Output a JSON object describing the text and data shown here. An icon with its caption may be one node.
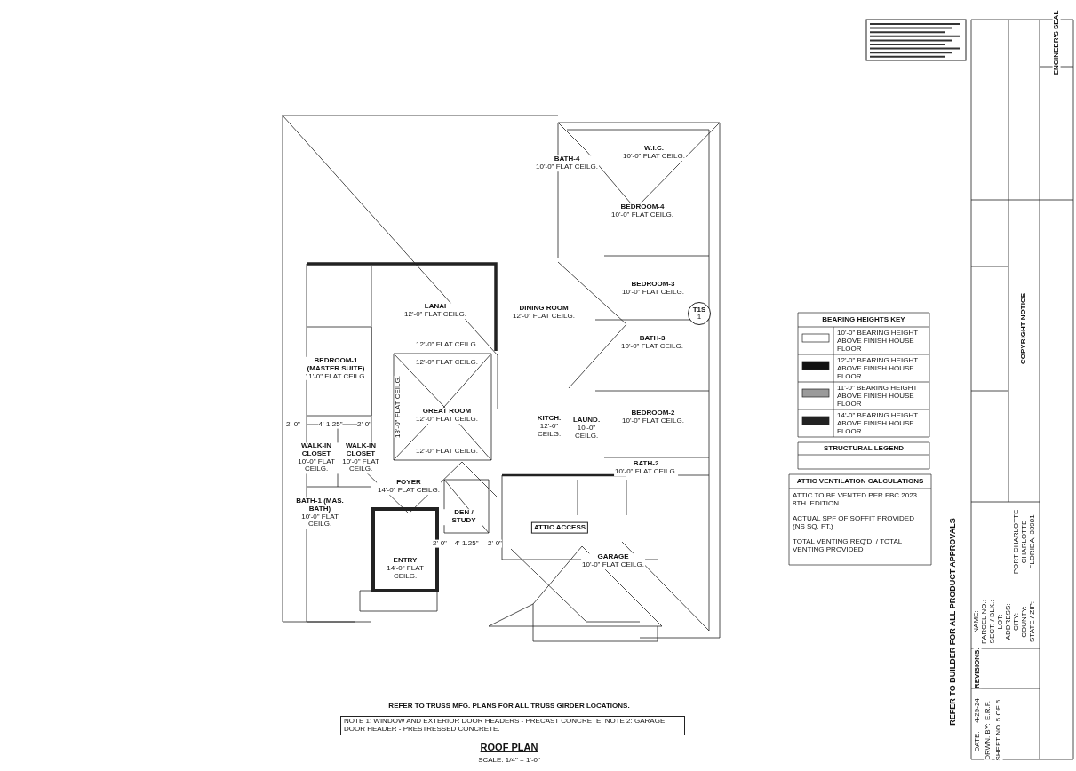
{
  "diagram": {
    "title": "ROOF PLAN",
    "nodes": [
      {
        "text": [
          "LANAI",
          "12'-0\" FLAT CEILG."
        ]
      },
      {
        "text": [
          "DINING ROOM",
          "12'-0\" FLAT CEILG."
        ]
      },
      {
        "text": [
          "BEDROOM-1 (MASTER SUITE)",
          "11'-0\" FLAT CEILG."
        ]
      },
      {
        "text": [
          "GREAT ROOM",
          "12'-0\" FLAT CEILG."
        ]
      },
      {
        "text": [
          "KITCH.",
          "12'-0\" CEILG."
        ]
      },
      {
        "text": [
          "LAUND.",
          "10'-0\" CEILG."
        ]
      },
      {
        "text": [
          "BATH-4",
          "10'-0\" FLAT CEILG."
        ]
      },
      {
        "text": [
          "W.I.C.",
          "10'-0\" FLAT CEILG."
        ]
      },
      {
        "text": [
          "BEDROOM-4",
          "10'-0\" FLAT CEILG."
        ]
      },
      {
        "text": [
          "BEDROOM-3",
          "10'-0\" FLAT CEILG."
        ]
      },
      {
        "text": [
          "BATH-3",
          "10'-0\" FLAT CEILG."
        ]
      },
      {
        "text": [
          "BEDROOM-2",
          "10'-0\" FLAT CEILG."
        ]
      },
      {
        "text": [
          "BATH-2",
          "10'-0\" FLAT CEILG."
        ]
      },
      {
        "text": [
          "WALK-IN CLOSET",
          "10'-0\" FLAT CEILG."
        ]
      },
      {
        "text": [
          "WALK-IN CLOSET",
          "10'-0\" FLAT CEILG."
        ]
      },
      {
        "text": [
          "BATH-1 (MAS. BATH)",
          "10'-0\" FLAT CEILG."
        ]
      },
      {
        "text": [
          "FOYER",
          "14'-0\" FLAT CEILG."
        ]
      },
      {
        "text": [
          "DEN / STUDY"
        ]
      },
      {
        "text": [
          "ATTIC ACCESS"
        ]
      },
      {
        "text": [
          "ENTRY",
          "14'-0\" FLAT CEILG."
        ]
      },
      {
        "text": [
          "GARAGE",
          "10'-0\" FLAT CEILG."
        ]
      },
      {
        "text": [
          "T1S",
          "1"
        ]
      }
    ],
    "labels": [
      "12'-0\" FLAT CEILG.",
      "12'-0\" FLAT CEILG.",
      "13'-0\" FLAT CEILG.",
      "12'-0\" FLAT CEILG.",
      "4'-1.25\"",
      "2'-0\"",
      "2'-0\"",
      "4'-1.25\"",
      "2'-0\"",
      "2'-0\"",
      "REFER TO TRUSS MFG. PLANS FOR ALL TRUSS GIRDER LOCATIONS.",
      "NOTE 1: WINDOW AND EXTERIOR DOOR HEADERS - PRECAST CONCRETE. NOTE 2: GARAGE DOOR HEADER - PRESTRESSED CONCRETE.",
      "SCALE: 1/4\" = 1'-0\"",
      "BEARING HEIGHTS KEY",
      "STRUCTURAL LEGEND",
      "ATTIC VENTILATION CALCULATIONS",
      "ATTIC TO BE VENTED PER FBC 2023 8TH. EDITION.",
      "ACTUAL SPF OF SOFFIT PROVIDED (NS SQ. FT.)",
      "TOTAL VENTING REQ'D. / TOTAL VENTING PROVIDED",
      "REFER TO BUILDER FOR ALL PRODUCT APPROVALS",
      "ENGINEER'S SEAL",
      "COPYRIGHT NOTICE",
      "NAME:",
      "PARCEL NO.:",
      "SECT. / BLK.:",
      "LOT:",
      "ADDRESS:",
      "CITY:",
      "COUNTY:",
      "STATE / ZIP:",
      "PORT CHARLOTTE",
      "CHARLOTTE",
      "FLORIDA, 33981",
      "REVISIONS:",
      "DATE:",
      "4-29-24",
      "DRWN. BY:",
      "E.R.F.",
      "SHEET NO.",
      "5 OF 6"
    ],
    "legend": [
      {
        "text": "10'-0\" BEARING HEIGHT ABOVE FINISH HOUSE FLOOR",
        "color": "#ffffff"
      },
      {
        "text": "12'-0\" BEARING HEIGHT ABOVE FINISH HOUSE FLOOR",
        "color": "#111111"
      },
      {
        "text": "11'-0\" BEARING HEIGHT ABOVE FINISH HOUSE FLOOR",
        "color": "#9a9a9a"
      },
      {
        "text": "14'-0\" BEARING HEIGHT ABOVE FINISH HOUSE FLOOR",
        "color": "#222222"
      }
    ]
  }
}
